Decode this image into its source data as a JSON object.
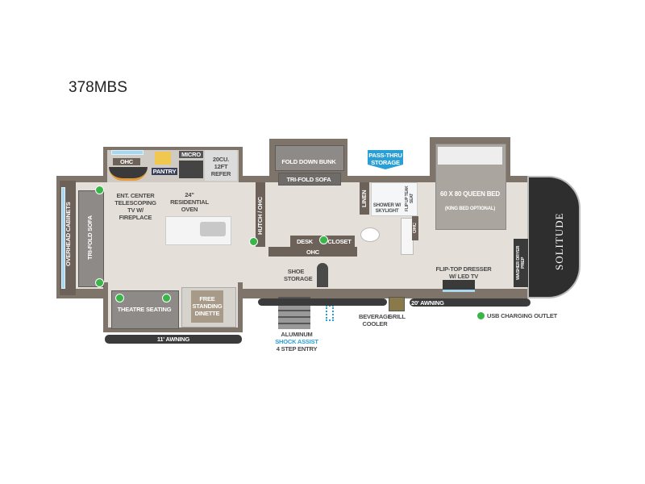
{
  "title": "378MBS",
  "brand_logo": "SOLITUDE",
  "labels": {
    "ohc_kitchen": "OHC",
    "pantry": "PANTRY",
    "micro": "MICRO",
    "refer": "20CU. 12FT REFER",
    "ent_center": "ENT. CENTER TELESCOPING TV w/ FIREPLACE",
    "oven": "24\" RESIDENTIAL OVEN",
    "overhead_cabinets": "OVERHEAD CABINETS",
    "tri_fold_sofa_living": "TRI-FOLD SOFA",
    "theatre_seating": "THEATRE SEATING",
    "dinette": "FREE STANDING DINETTE",
    "awning_11": "11' AWNING",
    "hutch": "HUTCH / OHC",
    "fold_down_bunk": "FOLD DOWN BUNK",
    "tri_fold_sofa_bunk": "TRI-FOLD SOFA",
    "desk": "DESK",
    "closet": "CLOSET",
    "ohc_bunk": "OHC",
    "shoe_storage": "SHOE STORAGE",
    "entry_line1": "ALUMINUM",
    "entry_line2": "SHOCK ASSIST",
    "entry_line3": "4 STEP ENTRY",
    "pass_thru": "PASS-THRU STORAGE",
    "linen": "LINEN",
    "shower": "SHOWER w/ SKYLIGHT",
    "teak_seat": "FLIP UP TEAK SEAT",
    "ohc_bath": "OHC",
    "beverage_cooler": "BEVERAGE COOLER",
    "grill": "GRILL",
    "bed": "60 x 80 QUEEN BED",
    "bed_note": "(KING BED OPTIONAL)",
    "dresser": "FLIP-TOP DRESSER w/ LED TV",
    "washer_dryer": "WASHER DRYER PREP",
    "awning_20": "20' AWNING"
  },
  "legend": {
    "usb": "USB CHARGING OUTLET",
    "usb_color": "#39b54a"
  },
  "colors": {
    "wall": "#7f746a",
    "floor": "#e4dfd8",
    "accent_blue": "#2a9fd6",
    "cap": "#2e2e2e"
  }
}
